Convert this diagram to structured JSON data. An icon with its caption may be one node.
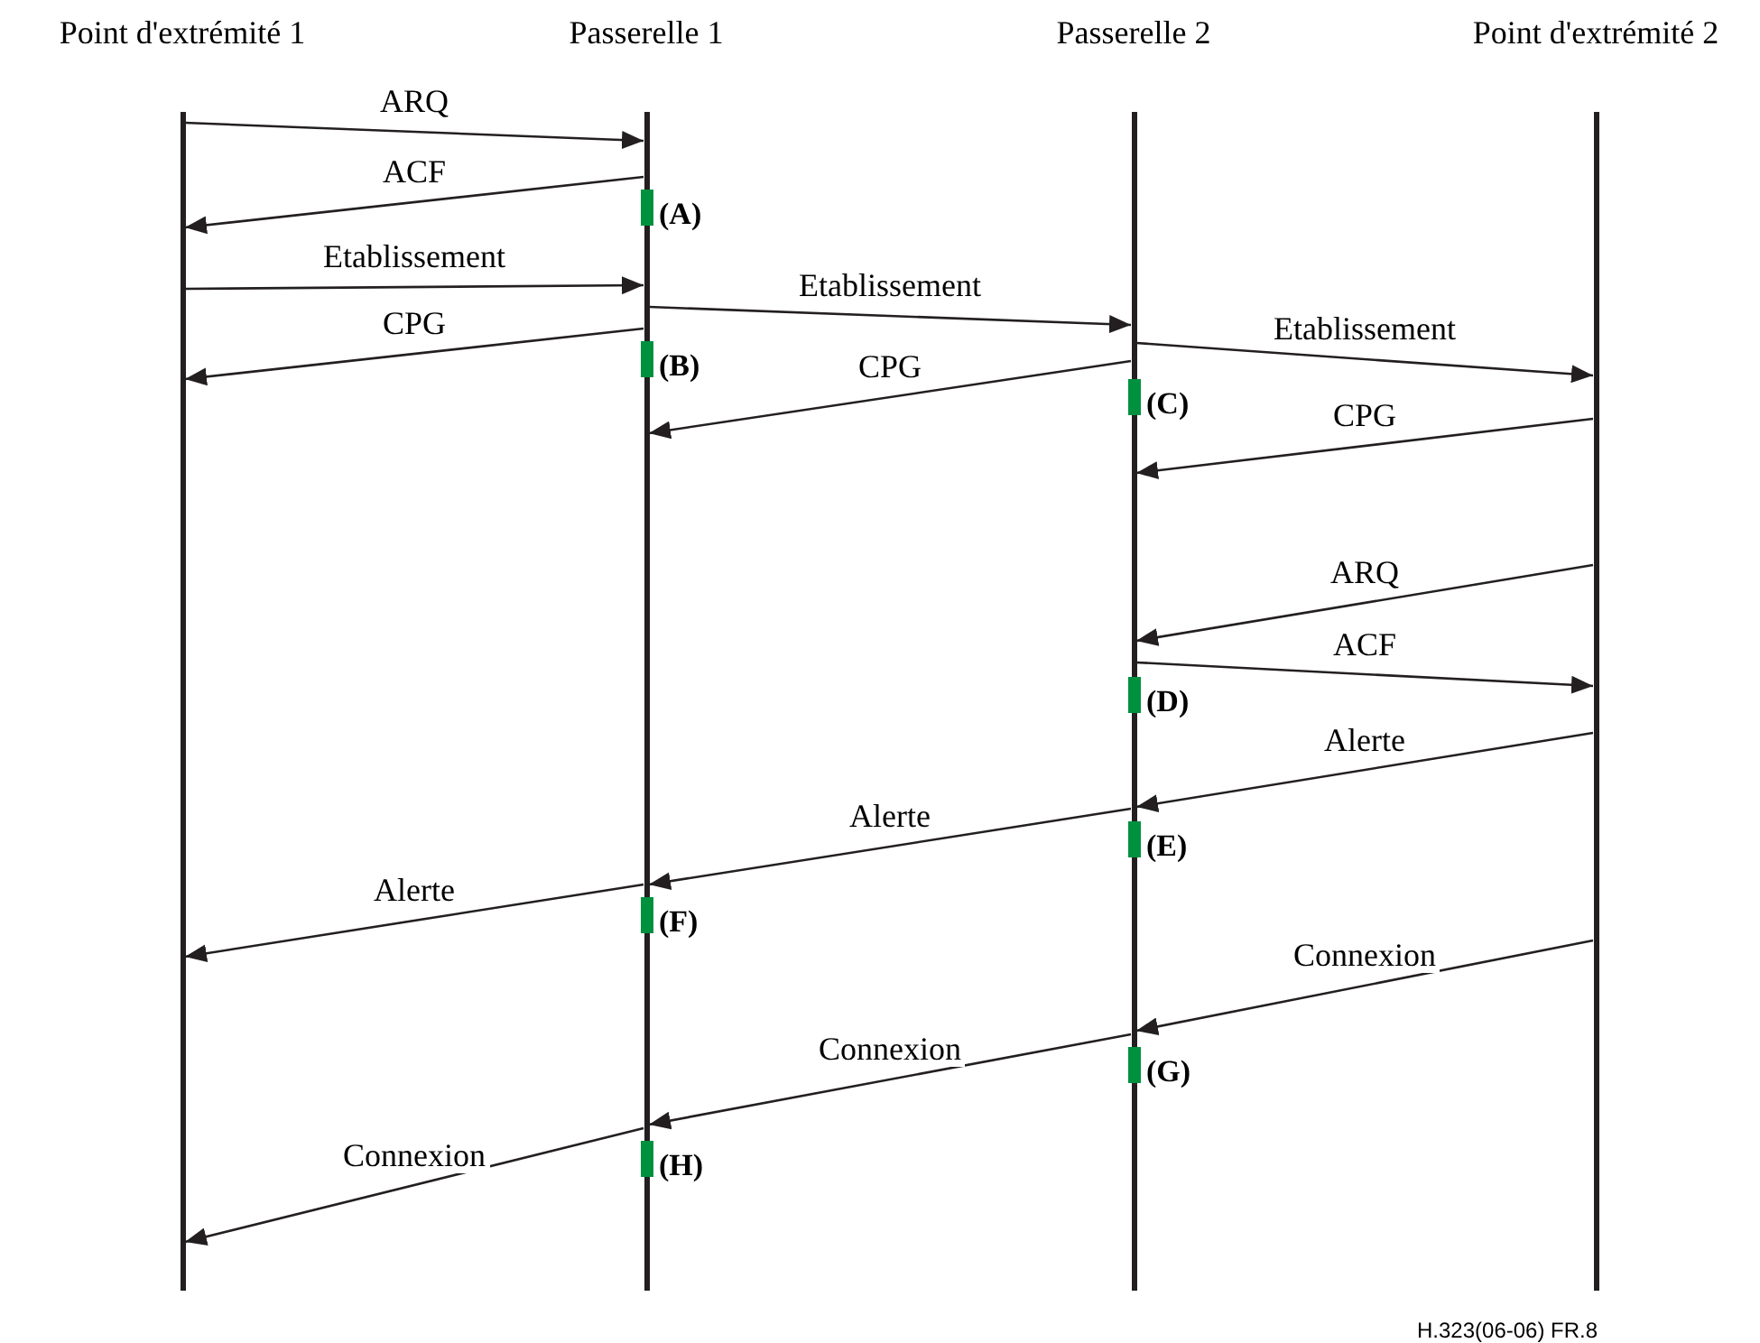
{
  "diagram": {
    "nodes": [
      {
        "text": [
          "Point d'extrémité 1"
        ]
      },
      {
        "text": [
          "Passerelle 1"
        ]
      },
      {
        "text": [
          "Passerelle 2"
        ]
      },
      {
        "text": [
          "Point d'extrémité 2"
        ]
      }
    ],
    "edges": [
      {
        "from": 0,
        "to": 1,
        "arrow": "to",
        "label": "ARQ"
      },
      {
        "from": 1,
        "to": 0,
        "arrow": "to",
        "label": "ACF"
      },
      {
        "from": 0,
        "to": 1,
        "arrow": "to",
        "label": "Etablissement"
      },
      {
        "from": 1,
        "to": 2,
        "arrow": "to",
        "label": "Etablissement"
      },
      {
        "from": 1,
        "to": 0,
        "arrow": "to",
        "label": "CPG"
      },
      {
        "from": 2,
        "to": 3,
        "arrow": "to",
        "label": "Etablissement"
      },
      {
        "from": 2,
        "to": 1,
        "arrow": "to",
        "label": "CPG"
      },
      {
        "from": 3,
        "to": 2,
        "arrow": "to",
        "label": "CPG"
      },
      {
        "from": 3,
        "to": 2,
        "arrow": "to",
        "label": "ARQ"
      },
      {
        "from": 2,
        "to": 3,
        "arrow": "to",
        "label": "ACF"
      },
      {
        "from": 3,
        "to": 2,
        "arrow": "to",
        "label": "Alerte"
      },
      {
        "from": 2,
        "to": 1,
        "arrow": "to",
        "label": "Alerte"
      },
      {
        "from": 1,
        "to": 0,
        "arrow": "to",
        "label": "Alerte"
      },
      {
        "from": 3,
        "to": 2,
        "arrow": "to",
        "label": "Connexion"
      },
      {
        "from": 2,
        "to": 1,
        "arrow": "to",
        "label": "Connexion"
      },
      {
        "from": 1,
        "to": 0,
        "arrow": "to",
        "label": "Connexion"
      }
    ],
    "labels": [
      "(A)",
      "(B)",
      "(C)",
      "(D)",
      "(E)",
      "(F)",
      "(G)",
      "(H)",
      "H.323(06-06) FR.8"
    ]
  }
}
